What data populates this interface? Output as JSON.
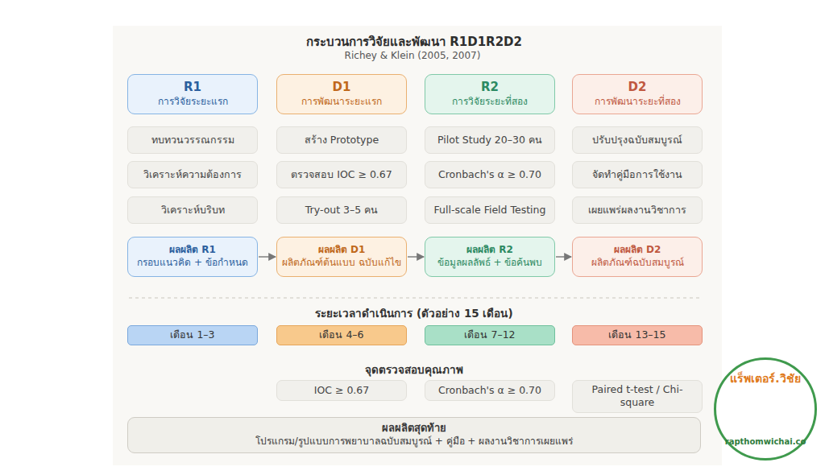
{
  "diagram": {
    "title": "กระบวนการวิจัยและพัฒนา R1D1R2D2",
    "nodes": [
      {
        "text": [
          "R1",
          "การวิจัยระยะแรก"
        ]
      },
      {
        "text": [
          "D1",
          "การพัฒนาระยะแรก"
        ]
      },
      {
        "text": [
          "R2",
          "การวิจัยระยะที่สอง"
        ]
      },
      {
        "text": [
          "D2",
          "การพัฒนาระยะที่สอง"
        ]
      },
      {
        "text": [
          "ทบทวนวรรณกรรม"
        ]
      },
      {
        "text": [
          "สร้าง Prototype"
        ]
      },
      {
        "text": [
          "Pilot Study 20–30 คน"
        ]
      },
      {
        "text": [
          "ปรับปรุงฉบับสมบูรณ์"
        ]
      },
      {
        "text": [
          "วิเคราะห์ความต้องการ"
        ]
      },
      {
        "text": [
          "ตรวจสอบ IOC ≥ 0.67"
        ]
      },
      {
        "text": [
          "Cronbach's α ≥ 0.70"
        ]
      },
      {
        "text": [
          "จัดทำคู่มือการใช้งาน"
        ]
      },
      {
        "text": [
          "วิเคราะห์บริบท"
        ]
      },
      {
        "text": [
          "Try-out 3–5 คน"
        ]
      },
      {
        "text": [
          "Full-scale Field Testing"
        ]
      },
      {
        "text": [
          "เผยแพร่ผลงานวิชาการ"
        ]
      },
      {
        "text": [
          "ผลผลิต R1",
          "กรอบแนวคิด + ข้อกำหนด"
        ]
      },
      {
        "text": [
          "ผลผลิต D1",
          "ผลิตภัณฑ์ต้นแบบ ฉบับแก้ไข"
        ]
      },
      {
        "text": [
          "ผลผลิต R2",
          "ข้อมูลผลลัพธ์ + ข้อค้นพบ"
        ]
      },
      {
        "text": [
          "ผลผลิต D2",
          "ผลิตภัณฑ์ฉบับสมบูรณ์"
        ]
      },
      {
        "text": [
          "เดือน 1–3"
        ]
      },
      {
        "text": [
          "เดือน 4–6"
        ]
      },
      {
        "text": [
          "เดือน 7–12"
        ]
      },
      {
        "text": [
          "เดือน 13–15"
        ]
      },
      {
        "text": [
          "IOC ≥ 0.67"
        ]
      },
      {
        "text": [
          "Cronbach's α ≥ 0.70"
        ]
      },
      {
        "text": [
          "Paired t-test / Chi-square"
        ]
      },
      {
        "text": [
          "ผลผลิตสุดท้าย",
          "โปรแกรม/รูปแบบการพยาบาลฉบับสมบูรณ์ + คู่มือ + ผลงานวิชาการเผยแพร่"
        ]
      },
      {
        "text": [
          "แร็พเตอร์.วิชัย",
          "rapthomwichai.co"
        ]
      }
    ],
    "edges": [
      {
        "from": 16,
        "to": 17,
        "arrow": "to"
      },
      {
        "from": 17,
        "to": 18,
        "arrow": "to"
      },
      {
        "from": 18,
        "to": 19,
        "arrow": "to"
      }
    ],
    "labels": [
      "Richey & Klein (2005, 2007)",
      "ระยะเวลาดำเนินการ (ตัวอย่าง 15 เดือน)",
      "จุดตรวจสอบคุณภาพ"
    ]
  }
}
